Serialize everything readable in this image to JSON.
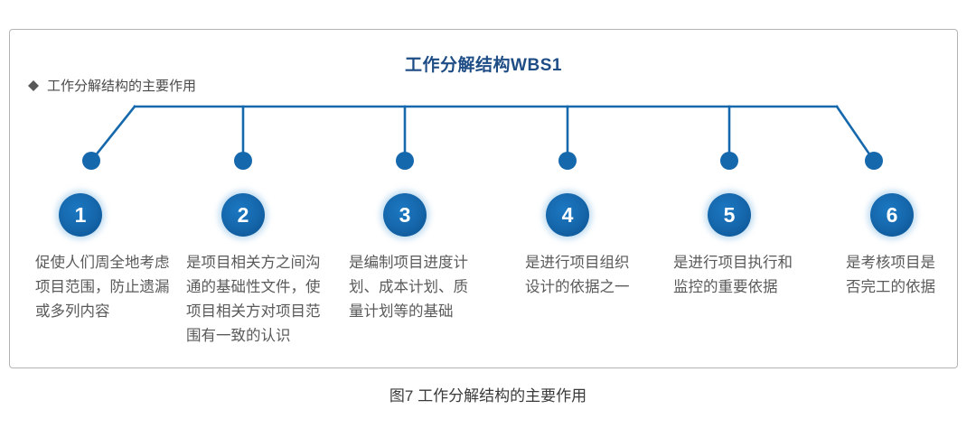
{
  "figure": {
    "title": "工作分解结构WBS1",
    "subtitle": "工作分解结构的主要作用",
    "bullet_icon": "diamond-bullet-icon",
    "caption": "图7  工作分解结构的主要作用",
    "accent_color": "#1668ad",
    "title_color": "#1e4d86",
    "text_color": "#5a5a5a",
    "frame_border_color": "#b4b4b4"
  },
  "chart_data": {
    "type": "diagram",
    "title": "工作分解结构WBS1",
    "subtitle": "工作分解结构的主要作用",
    "layout": "horizontal-bracket-with-six-drop-nodes",
    "node_count": 6,
    "nodes": [
      {
        "number": "1",
        "text": "促使人们周全地考虑项目范围，防止遗漏或多列内容"
      },
      {
        "number": "2",
        "text": "是项目相关方之间沟通的基础性文件，使项目相关方对项目范围有一致的认识"
      },
      {
        "number": "3",
        "text": "是编制项目进度计划、成本计划、质量计划等的基础"
      },
      {
        "number": "4",
        "text": "是进行项目组织设计的依据之一"
      },
      {
        "number": "5",
        "text": "是进行项目执行和监控的重要依据"
      },
      {
        "number": "6",
        "text": "是考核项目是否完工的依据"
      }
    ]
  }
}
